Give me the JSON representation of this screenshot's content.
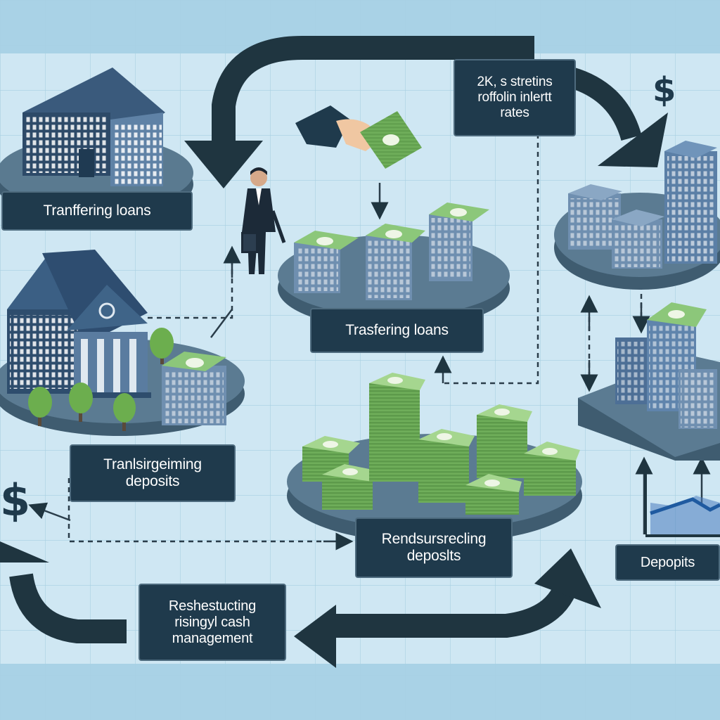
{
  "labels": {
    "transferring_loans_left": "Tranffering loans",
    "transferring_loans_center": "Trasfering loans",
    "rates_note": {
      "line1": "2K, s stretins",
      "line2": "roffolin inlertt",
      "line3": "rates"
    },
    "deposits_left": {
      "line1": "Tranlsirgeiming",
      "line2": "deposits"
    },
    "deposits_center": {
      "line1": "Rendsursrecling",
      "line2": "deposlts"
    },
    "deposits_right": "Depopits",
    "cash_management": {
      "line1": "Reshestucting",
      "line2": "risingyl cash",
      "line3": "management"
    }
  },
  "icons": {
    "dollar_right": "$",
    "dollar_left": "$"
  },
  "colors": {
    "background": "#cfe7f3",
    "grid_band": "#a9d2e6",
    "platform": "#4a6a80",
    "label_bg": "#1f3a4c",
    "arrow": "#1f3540",
    "cash_green": "#6fae5a",
    "building_blue": "#6f8fb0"
  }
}
